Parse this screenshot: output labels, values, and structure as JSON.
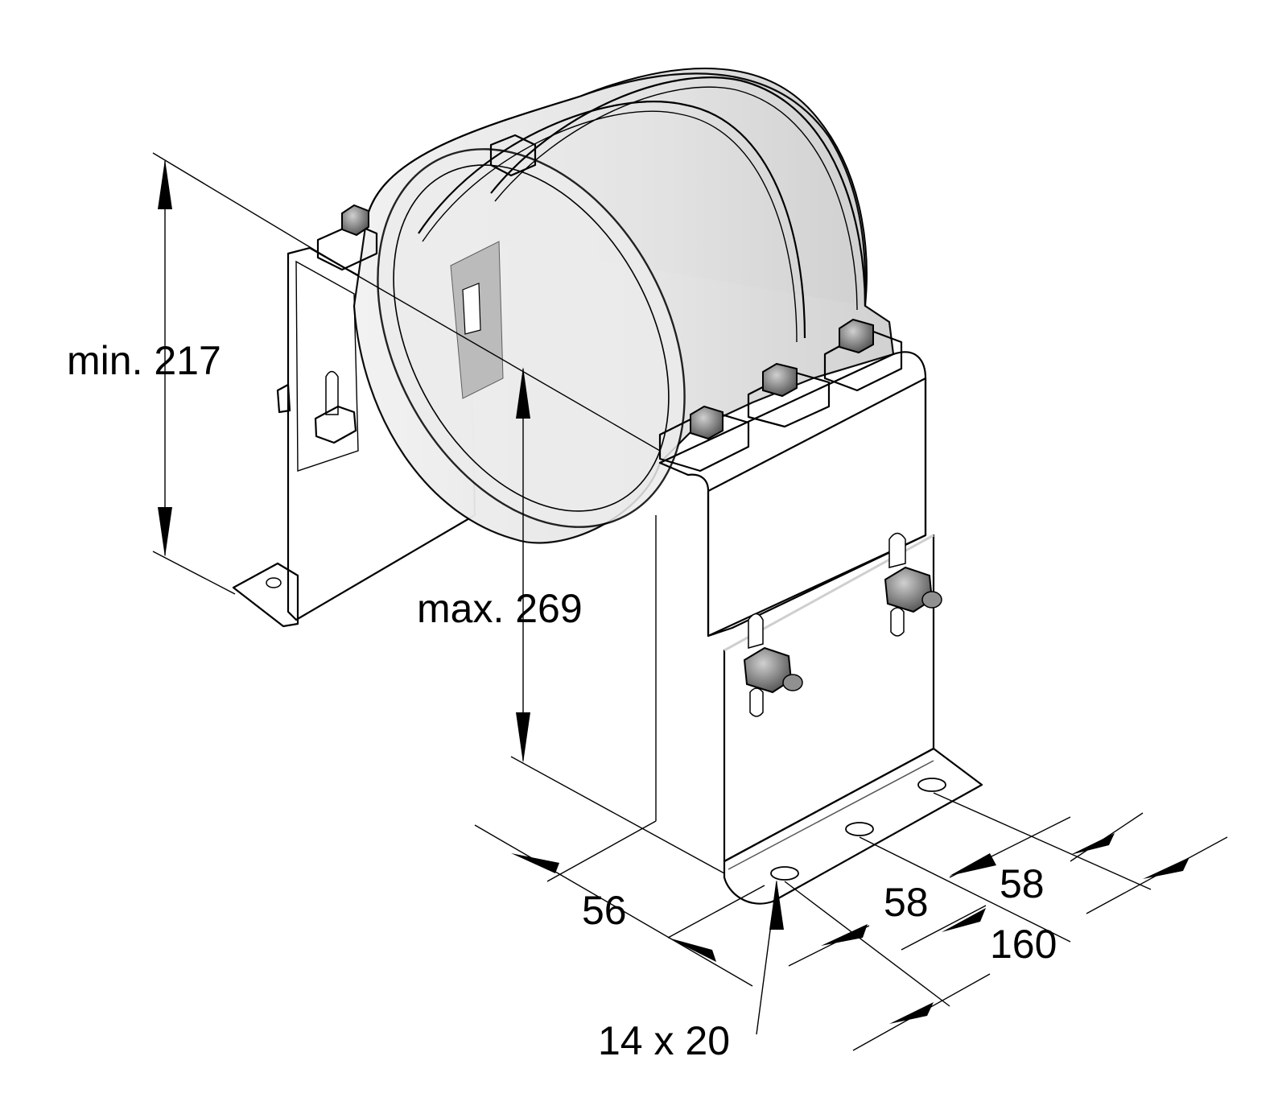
{
  "labels": {
    "min_height": "min. 217",
    "max_height": "max. 269",
    "offset": "56",
    "hole_spacing_1": "58",
    "hole_spacing_2": "58",
    "base_length": "160",
    "slot_size": "14 x 20"
  },
  "colors": {
    "background": "#ffffff",
    "metal_dark": "#5a5a5a",
    "metal_mid": "#8c8c8c",
    "metal_light": "#c8c8c8",
    "clamp_glass": "#e6e6e6"
  }
}
